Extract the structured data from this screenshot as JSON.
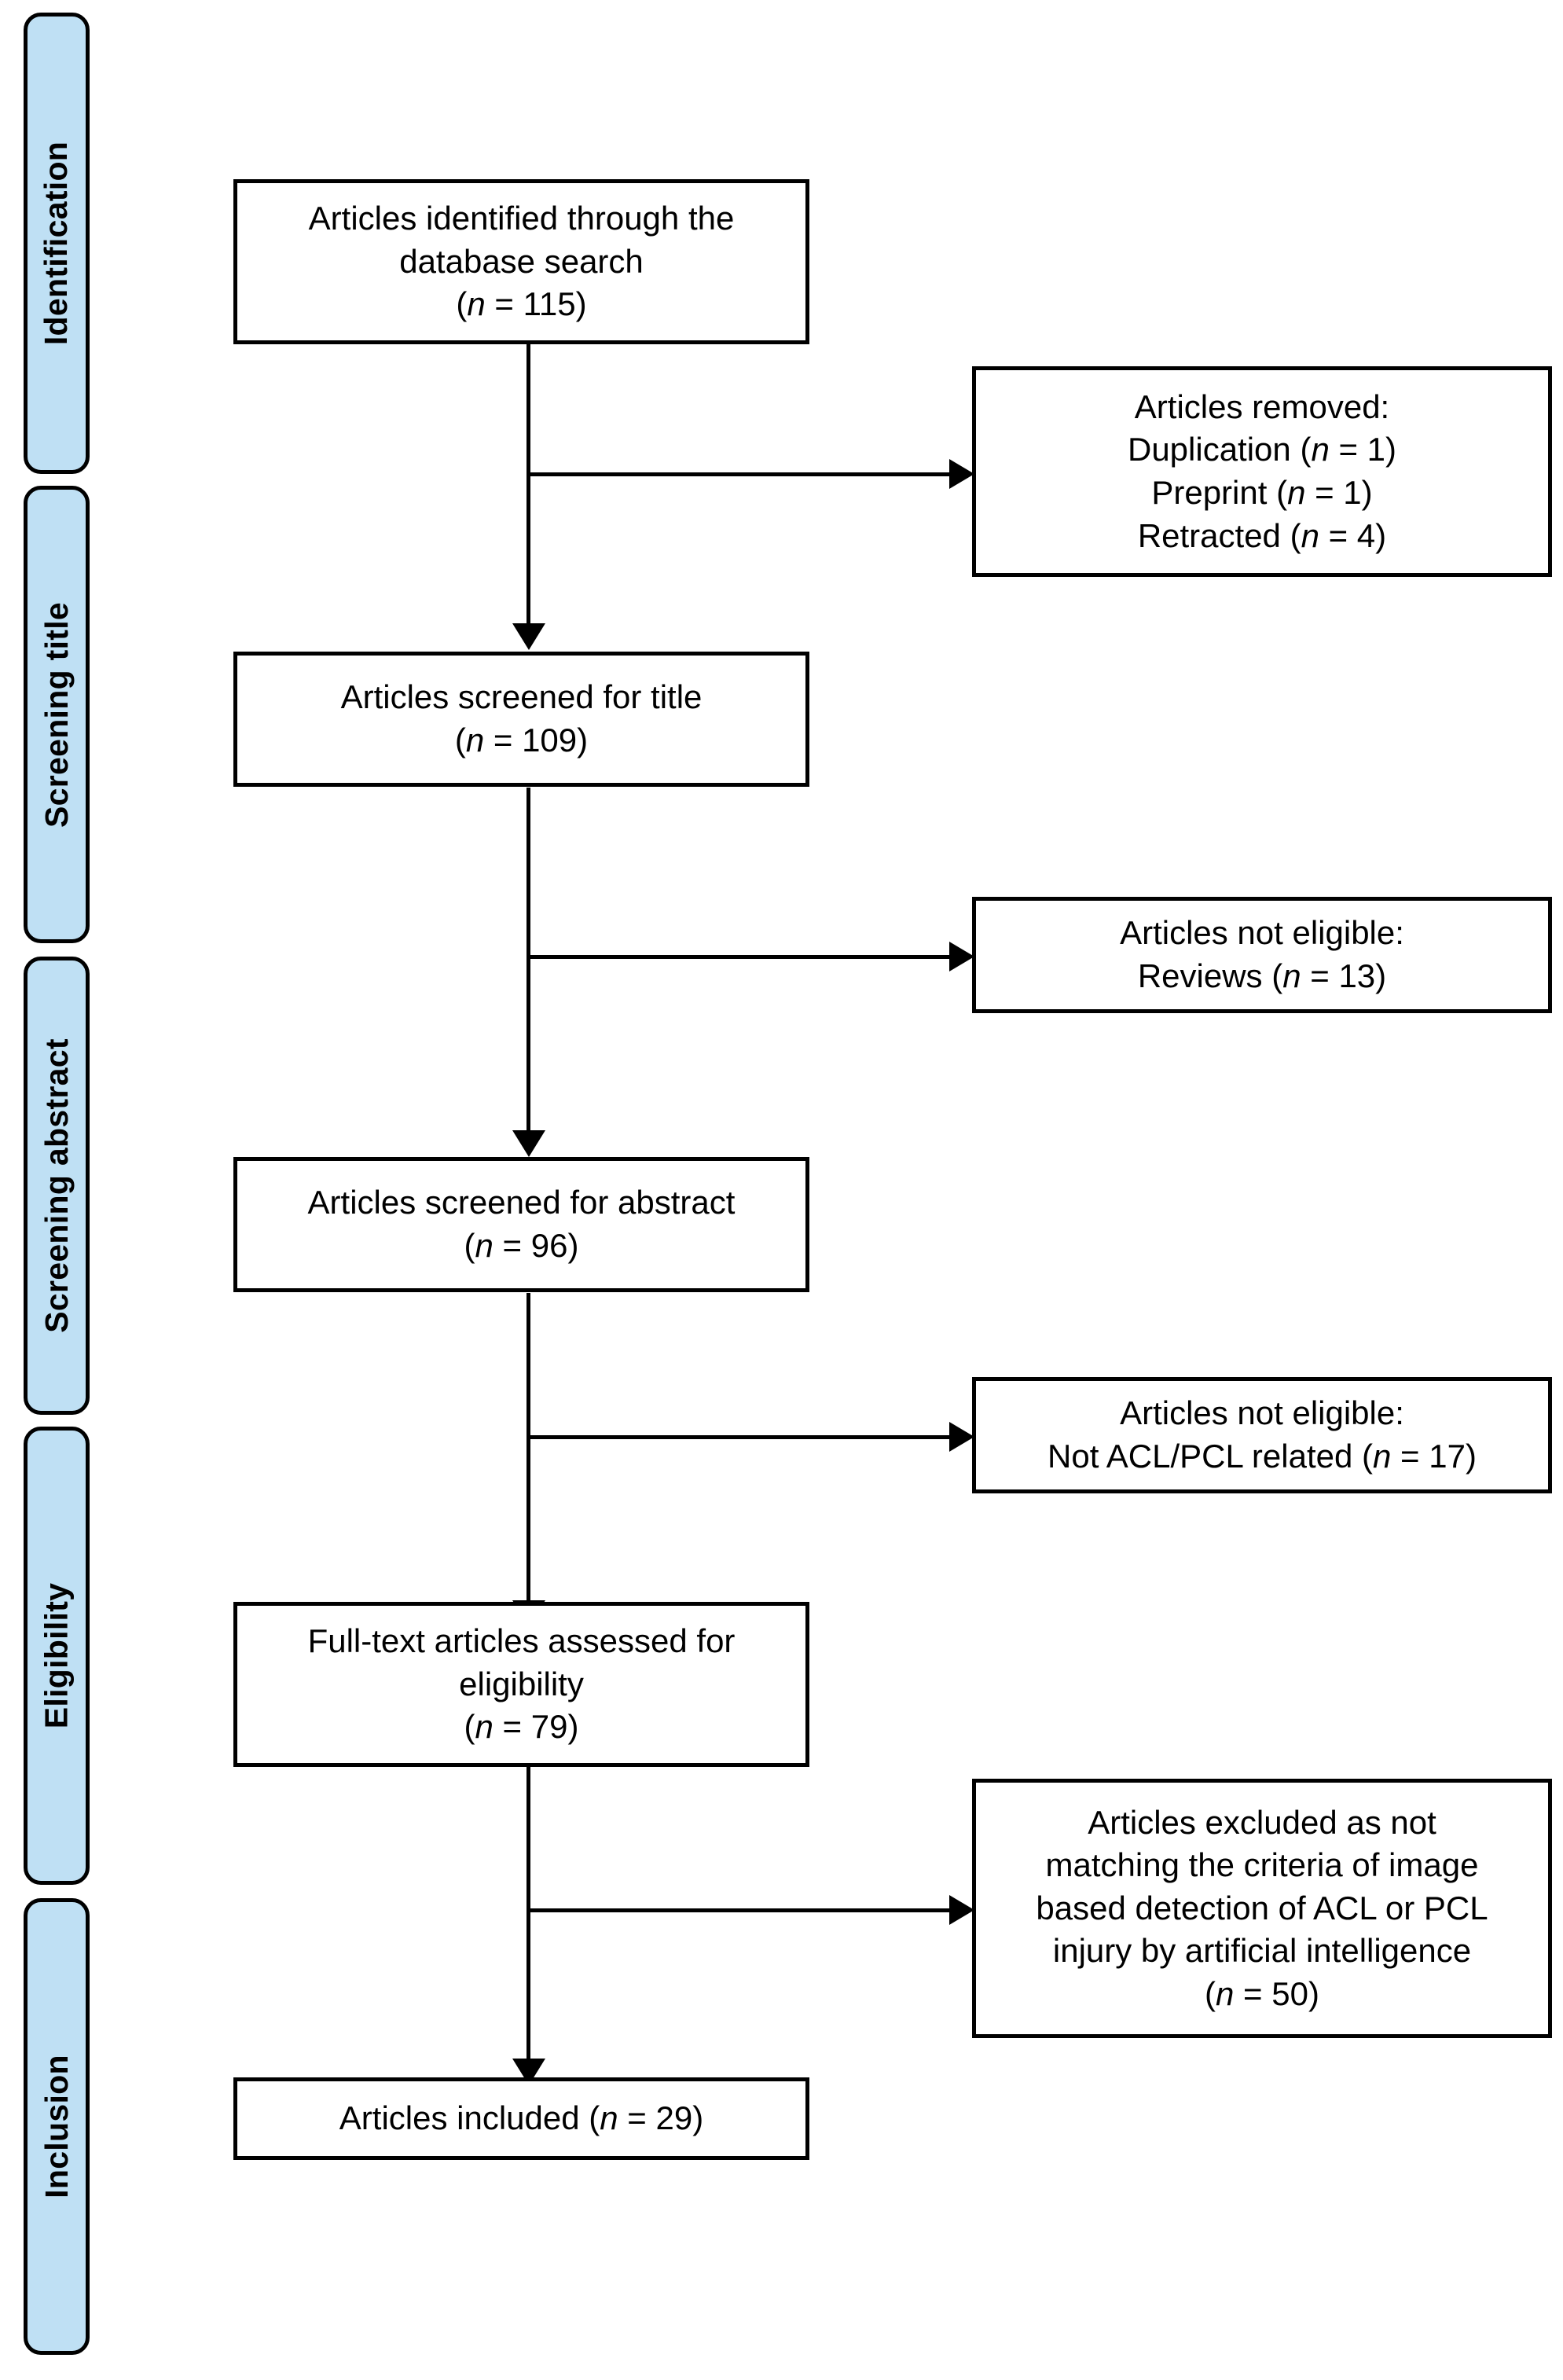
{
  "diagram": {
    "type": "prisma-flow-diagram",
    "colors": {
      "stage_band_fill": "#bfe0f4",
      "stage_band_border": "#000000",
      "box_fill": "#ffffff",
      "box_border": "#000000",
      "connector": "#000000",
      "text": "#000000"
    },
    "stages": [
      {
        "id": "identification",
        "label": "Identification"
      },
      {
        "id": "screening-title",
        "label": "Screening title"
      },
      {
        "id": "screening-abstract",
        "label": "Screening abstract"
      },
      {
        "id": "eligibility",
        "label": "Eligibility"
      },
      {
        "id": "inclusion",
        "label": "Inclusion"
      }
    ],
    "main_boxes": [
      {
        "id": "identified",
        "lines": [
          "Articles identified through the",
          "database search",
          "(n = 115)"
        ],
        "text": "Articles identified through the\ndatabase search\n(n = 115)",
        "n": 115
      },
      {
        "id": "screened-title",
        "lines": [
          "Articles screened for title",
          "(n = 109)"
        ],
        "text": "Articles screened for title\n(n = 109)",
        "n": 109
      },
      {
        "id": "screened-abstract",
        "lines": [
          "Articles screened for abstract",
          "(n = 96)"
        ],
        "text": "Articles screened for abstract\n(n = 96)",
        "n": 96
      },
      {
        "id": "full-text-assessed",
        "lines": [
          "Full-text articles assessed for",
          "eligibility",
          "(n = 79)"
        ],
        "text": "Full-text articles assessed for\neligibility\n(n = 79)",
        "n": 79
      },
      {
        "id": "included",
        "lines": [
          "Articles included (n = 29)"
        ],
        "text": "Articles included (n = 29)",
        "n": 29
      }
    ],
    "exclusion_boxes": [
      {
        "id": "removed",
        "lines": [
          "Articles removed:",
          "Duplication (n = 1)",
          "Preprint (n = 1)",
          "Retracted (n = 4)"
        ],
        "text": "Articles removed:\nDuplication (n = 1)\nPreprint (n = 1)\nRetracted (n = 4)",
        "counts": {
          "duplication": 1,
          "preprint": 1,
          "retracted": 4
        }
      },
      {
        "id": "not-eligible-reviews",
        "lines": [
          "Articles not eligible:",
          "Reviews (n = 13)"
        ],
        "text": "Articles not eligible:\nReviews (n = 13)",
        "counts": {
          "reviews": 13
        }
      },
      {
        "id": "not-eligible-acl-pcl",
        "lines": [
          "Articles not eligible:",
          "Not ACL/PCL related (n = 17)"
        ],
        "text": "Articles not eligible:\nNot ACL/PCL related (n = 17)",
        "counts": {
          "not_acl_pcl_related": 17
        }
      },
      {
        "id": "excluded-criteria",
        "lines": [
          "Articles excluded as not",
          "matching the criteria of image",
          "based detection of ACL or PCL",
          "injury by artificial intelligence",
          "(n = 50)"
        ],
        "text": "Articles excluded as not\nmatching the criteria of image\nbased detection of ACL or PCL\ninjury by artificial intelligence\n(n = 50)",
        "counts": {
          "excluded": 50
        }
      }
    ]
  }
}
